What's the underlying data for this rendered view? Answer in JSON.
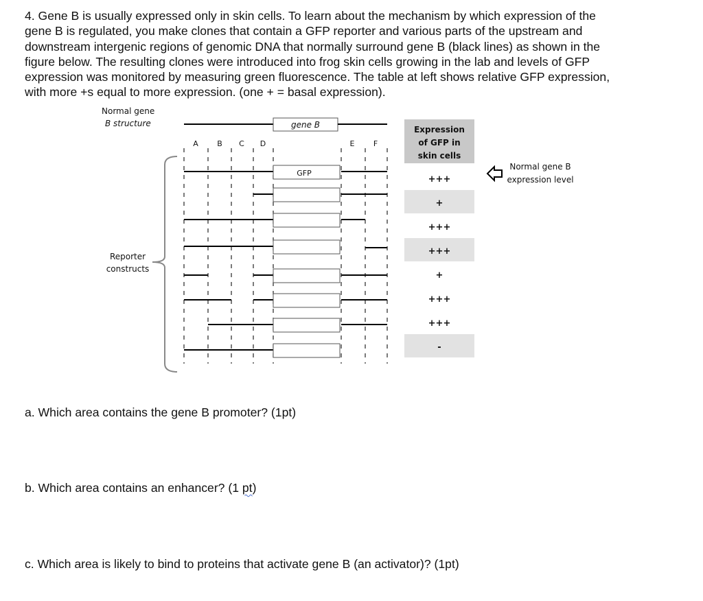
{
  "question": {
    "intro_lines": [
      "4.  Gene B is usually expressed only in skin cells. To learn about the mechanism by which expression of the",
      "gene B is regulated, you make clones that contain a GFP reporter and various parts of the upstream and",
      "downstream intergenic regions of genomic DNA that normally surround gene B (black lines) as shown in the",
      "figure below. The resulting clones were introduced into frog skin cells growing in the lab and levels of GFP",
      "expression was monitored by measuring green fluorescence. The table at left shows relative GFP expression,",
      "with more +s equal to more expression. (one + = basal expression)."
    ]
  },
  "figure": {
    "normal_gene_label_line1": "Normal gene",
    "normal_gene_label_line2": "B structure",
    "gene_box_label": "gene B",
    "region_letters": [
      "A",
      "B",
      "C",
      "D",
      "E",
      "F"
    ],
    "gfp_label": "GFP",
    "reporter_label_line1": "Reporter",
    "reporter_label_line2": "constructs",
    "table_header_lines": [
      "Expression",
      "of GFP in",
      "skin cells"
    ],
    "expression_levels": [
      "+++",
      "+",
      "+++",
      "+++",
      "+",
      "+++",
      "+++",
      "-"
    ],
    "arrow_note_line1": "Normal gene B",
    "arrow_note_line2": "expression level",
    "colors": {
      "table_header_bg": "#c8c8c8",
      "table_shaded_row_bg": "#e2e2e2",
      "line_color": "#000000"
    }
  },
  "subquestions": {
    "a": "a. Which area contains the gene B promoter? (1pt)",
    "b_before": "b. Which area contains an enhancer? (1 ",
    "b_marked": "pt",
    "b_after": ")",
    "c": "c. Which area is likely to bind to proteins that activate gene B (an activator)? (1pt)"
  }
}
